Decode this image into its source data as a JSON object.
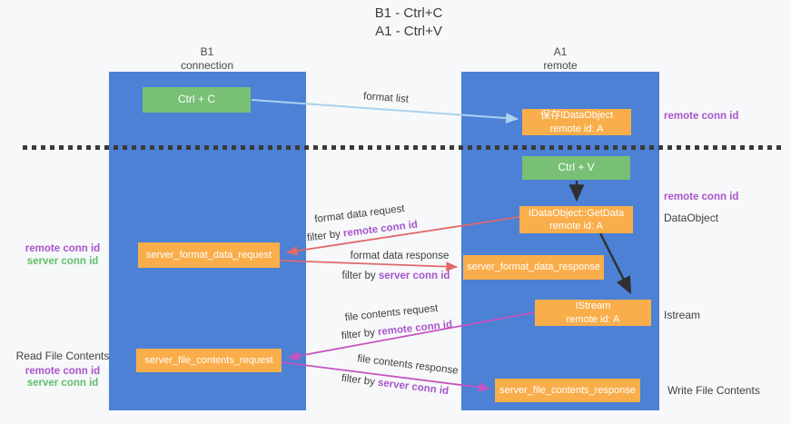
{
  "title": {
    "line1": "B1 - Ctrl+C",
    "line2": "A1 - Ctrl+V"
  },
  "lanes": {
    "left": {
      "name": "B1",
      "subtitle": "connection"
    },
    "right": {
      "name": "A1",
      "subtitle": "remote"
    }
  },
  "boxes": {
    "ctrl_c": {
      "label": "Ctrl + C"
    },
    "save_idataobject": {
      "line1": "保存IDataObject",
      "line2": "remote id: A"
    },
    "ctrl_v": {
      "label": "Ctrl + V"
    },
    "getdata": {
      "line1": "IDataObject::GetData",
      "line2": "remote id: A"
    },
    "server_format_data_request": {
      "label": "server_format_data_request"
    },
    "server_format_data_response": {
      "label": "server_format_data_response"
    },
    "istream": {
      "line1": "IStream",
      "line2": "remote id: A"
    },
    "server_file_contents_request": {
      "label": "server_file_contents_request"
    },
    "server_file_contents_response": {
      "label": "server_file_contents_response"
    }
  },
  "arrow_labels": {
    "format_list": "format list",
    "format_data_request": "format data request",
    "format_data_response": "format data response",
    "file_contents_request": "file contents request",
    "file_contents_response": "file contents response",
    "filter_by": "filter by ",
    "remote_conn_id": "remote conn id",
    "server_conn_id": "server conn id"
  },
  "side_labels": {
    "remote_conn_id": "remote conn id",
    "server_conn_id": "server conn id",
    "dataobject": "DataObject",
    "istream": "Istream",
    "read_file_contents": "Read File Contents",
    "write_file_contents": "Write File Contents"
  },
  "colors": {
    "background": "#f7f8f9",
    "lane_blue": "#4c81d5",
    "box_green": "#77c075",
    "box_orange": "#f9ae4b",
    "arrow_lightblue": "#a8d2ee",
    "arrow_black": "#2f2f2f",
    "arrow_salmon": "#e0696b",
    "arrow_magenta": "#c653c1",
    "text_purple": "#a855cb",
    "text_green": "#5fbf6b"
  }
}
